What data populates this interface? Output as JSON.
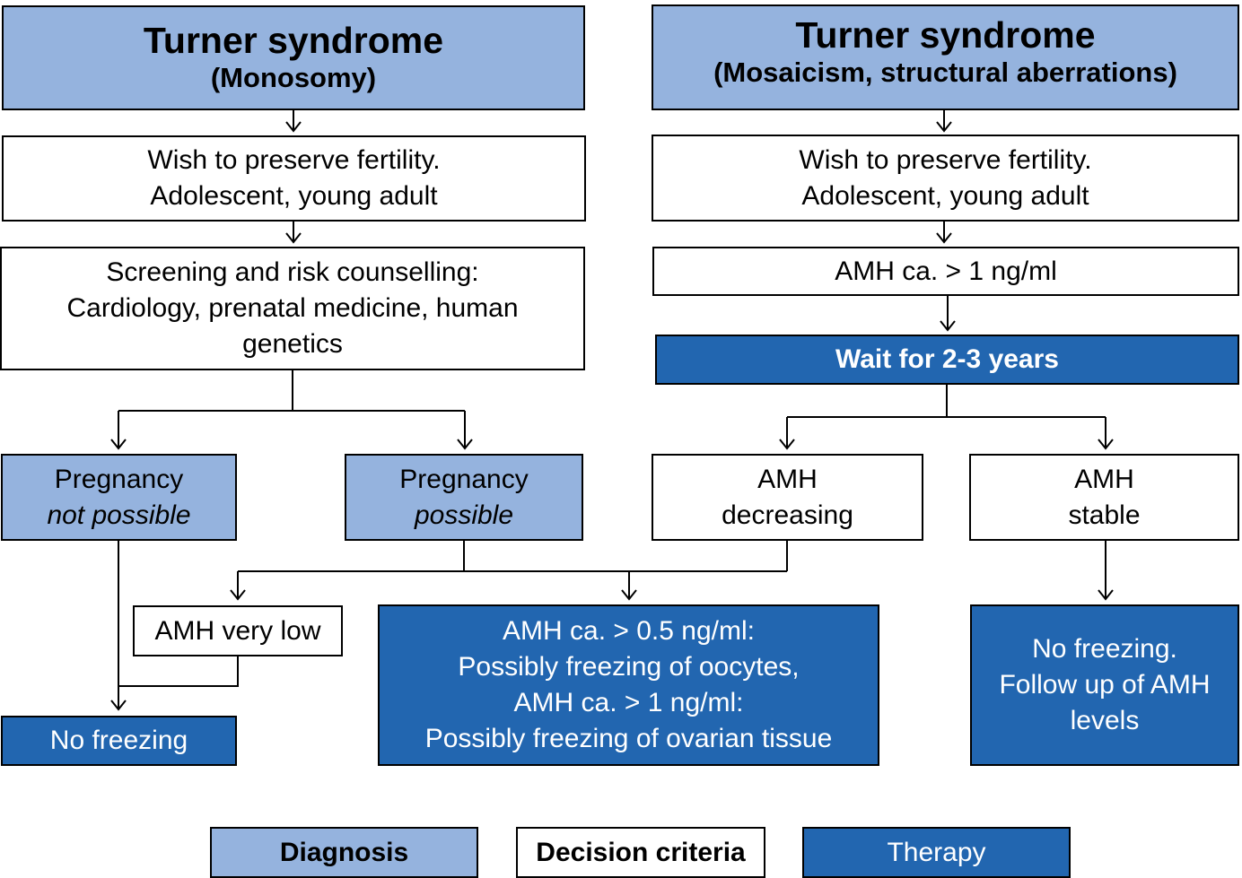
{
  "diagnosis_monosomy": {
    "title": "Turner syndrome",
    "subtitle": "(Monosomy)"
  },
  "diagnosis_mosaic": {
    "title": "Turner syndrome",
    "subtitle": "(Mosaicism, structural aberrations)"
  },
  "left_wish": {
    "line1": "Wish to preserve fertility.",
    "line2": "Adolescent, young adult"
  },
  "right_wish": {
    "line1": "Wish to preserve fertility.",
    "line2": "Adolescent, young adult"
  },
  "screening": {
    "line1": "Screening and risk counselling:",
    "line2": "Cardiology, prenatal medicine, human",
    "line3": "genetics"
  },
  "amh_gt1": {
    "text": "AMH ca. > 1 ng/ml"
  },
  "wait": {
    "text": "Wait for 2-3 years"
  },
  "preg_not_possible": {
    "line1": "Pregnancy",
    "line2": "not possible"
  },
  "preg_possible": {
    "line1": "Pregnancy",
    "line2": "possible"
  },
  "amh_decreasing": {
    "line1": "AMH",
    "line2": "decreasing"
  },
  "amh_stable": {
    "line1": "AMH",
    "line2": "stable"
  },
  "amh_very_low": {
    "text": "AMH very low"
  },
  "freezing_options": {
    "line1": "AMH ca. > 0.5 ng/ml:",
    "line2": "Possibly freezing of oocytes,",
    "line3": "AMH ca. > 1 ng/ml:",
    "line4": "Possibly freezing of ovarian tissue"
  },
  "no_freezing_followup": {
    "line1": "No freezing.",
    "line2": "Follow up of AMH",
    "line3": "levels"
  },
  "no_freezing": {
    "text": "No freezing"
  },
  "legend": {
    "diagnosis": "Diagnosis",
    "decision_criteria": "Decision criteria",
    "therapy": "Therapy"
  },
  "colors": {
    "diagnosis": "#95b3de",
    "decision_criteria": "#ffffff",
    "therapy": "#2266b0",
    "line": "#000000"
  }
}
